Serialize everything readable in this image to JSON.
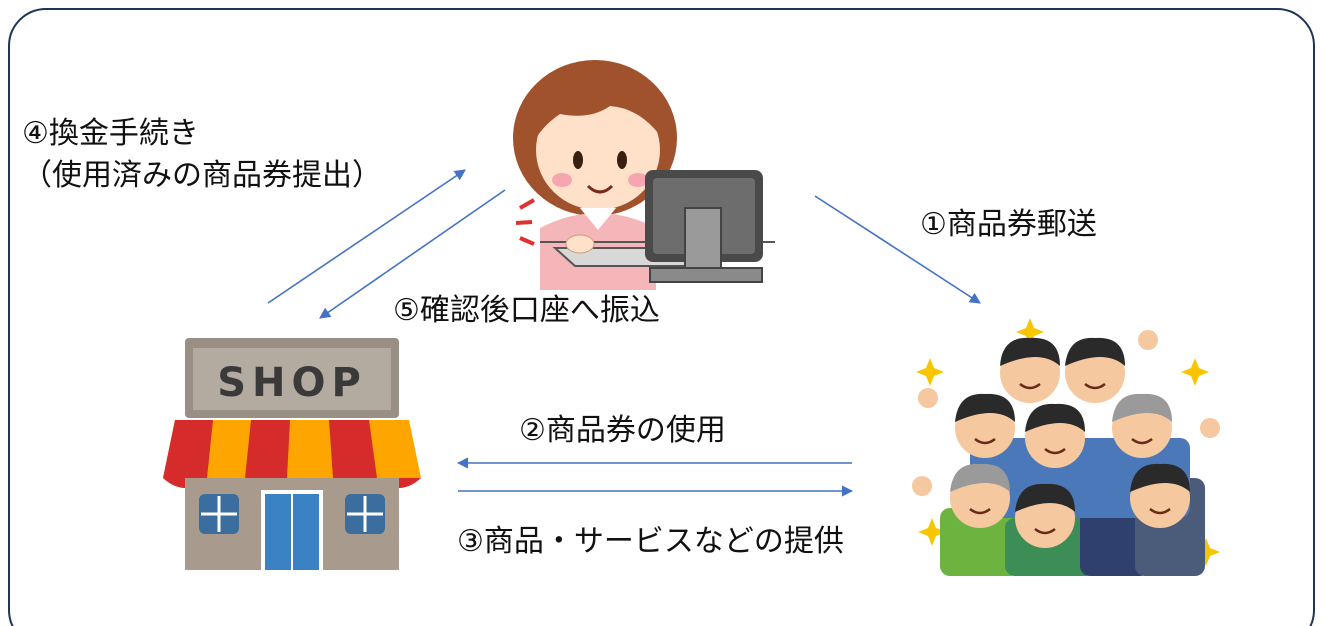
{
  "labels": {
    "step1": "①商品券郵送",
    "step2": "②商品券の使用",
    "step3": "③商品・サービスなどの提供",
    "step4_line1": "④換金手続き",
    "step4_line2": "（使用済みの商品券提出）",
    "step5": "⑤確認後口座へ振込"
  },
  "shop_sign": "SHOP",
  "colors": {
    "frame": "#1f3557",
    "arrow": "#4472c4",
    "text": "#111111"
  },
  "icons": [
    "office-worker-icon",
    "shop-icon",
    "crowd-icon"
  ]
}
